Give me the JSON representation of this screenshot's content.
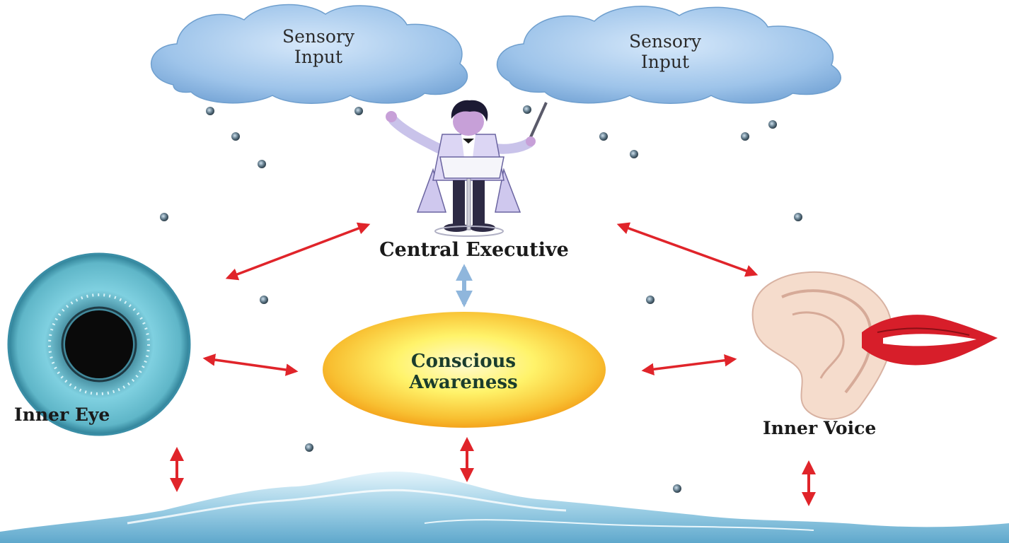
{
  "clouds": [
    {
      "line1": "Sensory",
      "line2": "Input"
    },
    {
      "line1": "Sensory",
      "line2": "Input"
    }
  ],
  "central_executive": {
    "label": "Central Executive"
  },
  "conscious": {
    "line1": "Conscious",
    "line2": "Awareness"
  },
  "inner_eye": {
    "label": "Inner Eye"
  },
  "inner_voice": {
    "label": "Inner Voice"
  },
  "colors": {
    "cloud": "#9ec4ea",
    "arrow_red": "#e0242a",
    "arrow_blue": "#8fb6dc",
    "sun_center": "#fff36a",
    "sun_edge": "#f4a41c",
    "eye_iris": "#5fb6c8",
    "water": "#9fd0e6"
  },
  "icons": [
    "cloud-icon",
    "conductor-icon",
    "eye-icon",
    "ear-icon",
    "mouth-icon",
    "water-wave-icon",
    "raindrop-icon"
  ]
}
